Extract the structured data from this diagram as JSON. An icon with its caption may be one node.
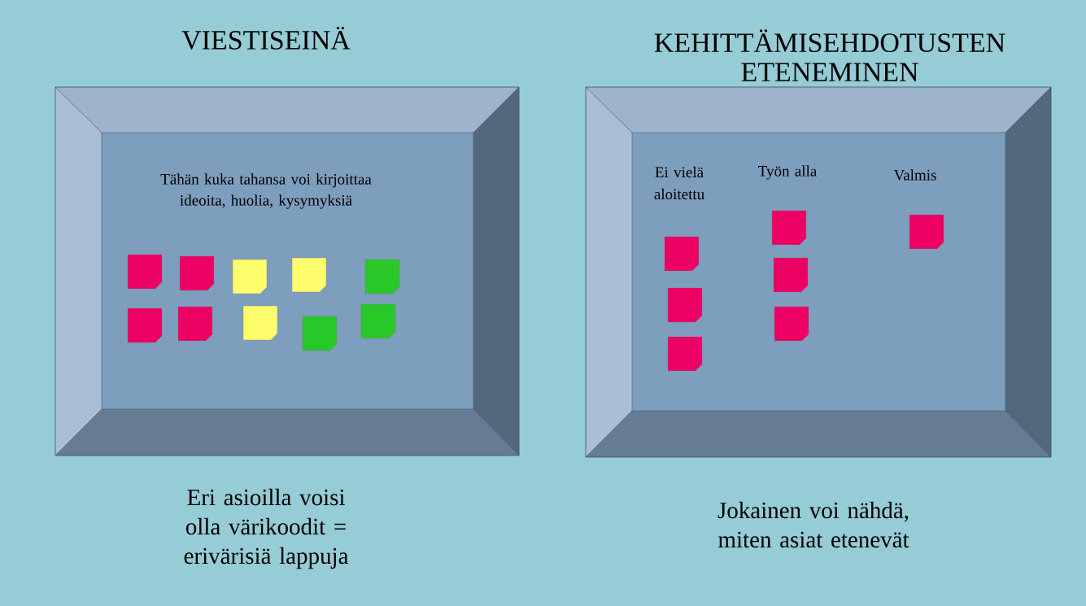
{
  "diagram": {
    "nodes": [
      {
        "text": [
          "VIESTISEINÄ",
          "Tähän kuka tahansa voi kirjoittaa ideoita, huolia, kysymyksiä"
        ],
        "beside": [
          "Eri asioilla voisi olla värikoodit = erivärisiä lappuja"
        ]
      },
      {
        "text": [
          "KEHITTÄMISEHDOTUSTEN ETENEMINEN"
        ],
        "beside": [
          "Jokainen voi nähdä, miten asiat etenevät"
        ]
      }
    ],
    "labels": [
      "Ei vielä aloitettu",
      "Työn alla",
      "Valmis"
    ]
  }
}
